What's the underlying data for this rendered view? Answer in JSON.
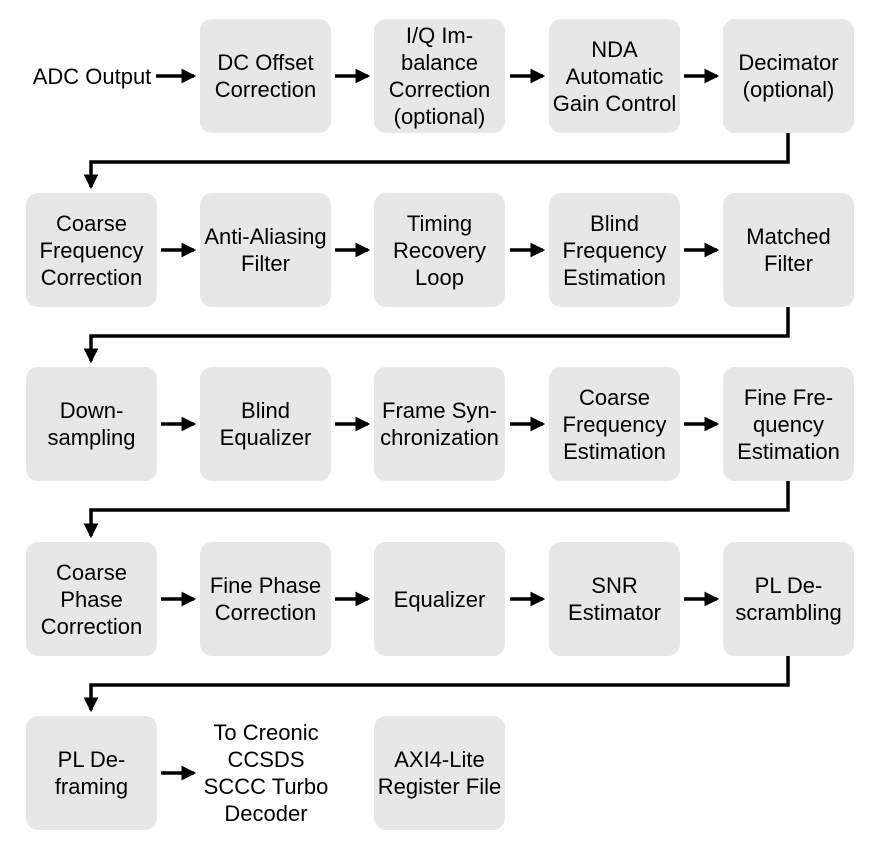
{
  "diagram": {
    "type": "block-diagram",
    "description": "Demodulator signal-processing pipeline block diagram",
    "colors": {
      "background": "#ffffff",
      "box_fill": "#e7e7e7",
      "arrow": "#000000",
      "text": "#000000"
    },
    "rows": [
      {
        "nodes": [
          {
            "id": "adc-output",
            "label": "ADC Output",
            "boxed": false
          },
          {
            "id": "dc-offset-correction",
            "label": "DC Offset\nCorrection",
            "boxed": true
          },
          {
            "id": "iq-imbalance-correction",
            "label": "I/Q Im-\nbalance\nCorrection\n(optional)",
            "boxed": true
          },
          {
            "id": "nda-automatic-gain-control",
            "label": "NDA\nAutomatic\nGain Control",
            "boxed": true
          },
          {
            "id": "decimator",
            "label": "Decimator\n(optional)",
            "boxed": true
          }
        ]
      },
      {
        "nodes": [
          {
            "id": "coarse-frequency-correction",
            "label": "Coarse\nFrequency\nCorrection",
            "boxed": true
          },
          {
            "id": "anti-aliasing-filter",
            "label": "Anti-Aliasing\nFilter",
            "boxed": true
          },
          {
            "id": "timing-recovery-loop",
            "label": "Timing\nRecovery\nLoop",
            "boxed": true
          },
          {
            "id": "blind-frequency-estimation",
            "label": "Blind\nFrequency\nEstimation",
            "boxed": true
          },
          {
            "id": "matched-filter",
            "label": "Matched\nFilter",
            "boxed": true
          }
        ]
      },
      {
        "nodes": [
          {
            "id": "downsampling",
            "label": "Down-\nsampling",
            "boxed": true
          },
          {
            "id": "blind-equalizer",
            "label": "Blind\nEqualizer",
            "boxed": true
          },
          {
            "id": "frame-synchronization",
            "label": "Frame Syn-\nchronization",
            "boxed": true
          },
          {
            "id": "coarse-frequency-estimation",
            "label": "Coarse\nFrequency\nEstimation",
            "boxed": true
          },
          {
            "id": "fine-frequency-estimation",
            "label": "Fine Fre-\nquency\nEstimation",
            "boxed": true
          }
        ]
      },
      {
        "nodes": [
          {
            "id": "coarse-phase-correction",
            "label": "Coarse\nPhase\nCorrection",
            "boxed": true
          },
          {
            "id": "fine-phase-correction",
            "label": "Fine Phase\nCorrection",
            "boxed": true
          },
          {
            "id": "equalizer",
            "label": "Equalizer",
            "boxed": true
          },
          {
            "id": "snr-estimator",
            "label": "SNR\nEstimator",
            "boxed": true
          },
          {
            "id": "pl-descrambling",
            "label": "PL De-\nscrambling",
            "boxed": true
          }
        ]
      },
      {
        "nodes": [
          {
            "id": "pl-deframing",
            "label": "PL De-\nframing",
            "boxed": true
          },
          {
            "id": "to-creonic-decoder",
            "label": "To Creonic\nCCSDS\nSCCC Turbo\nDecoder",
            "boxed": false
          },
          {
            "id": "axi4-lite-register-file",
            "label": "AXI4-Lite\nRegister File",
            "boxed": true
          }
        ]
      }
    ],
    "edges": [
      "ADC Output -> DC Offset Correction",
      "DC Offset Correction -> I/Q Imbalance Correction (optional)",
      "I/Q Imbalance Correction (optional) -> NDA Automatic Gain Control",
      "NDA Automatic Gain Control -> Decimator (optional)",
      "Decimator (optional) -> Coarse Frequency Correction",
      "Coarse Frequency Correction -> Anti-Aliasing Filter",
      "Anti-Aliasing Filter -> Timing Recovery Loop",
      "Timing Recovery Loop -> Blind Frequency Estimation",
      "Blind Frequency Estimation -> Matched Filter",
      "Matched Filter -> Down-sampling",
      "Down-sampling -> Blind Equalizer",
      "Blind Equalizer -> Frame Synchronization",
      "Frame Synchronization -> Coarse Frequency Estimation",
      "Coarse Frequency Estimation -> Fine Frequency Estimation",
      "Fine Frequency Estimation -> Coarse Phase Correction",
      "Coarse Phase Correction -> Fine Phase Correction",
      "Fine Phase Correction -> Equalizer",
      "Equalizer -> SNR Estimator",
      "SNR Estimator -> PL De-scrambling",
      "PL De-scrambling -> PL De-framing",
      "PL De-framing -> To Creonic CCSDS SCCC Turbo Decoder"
    ]
  }
}
